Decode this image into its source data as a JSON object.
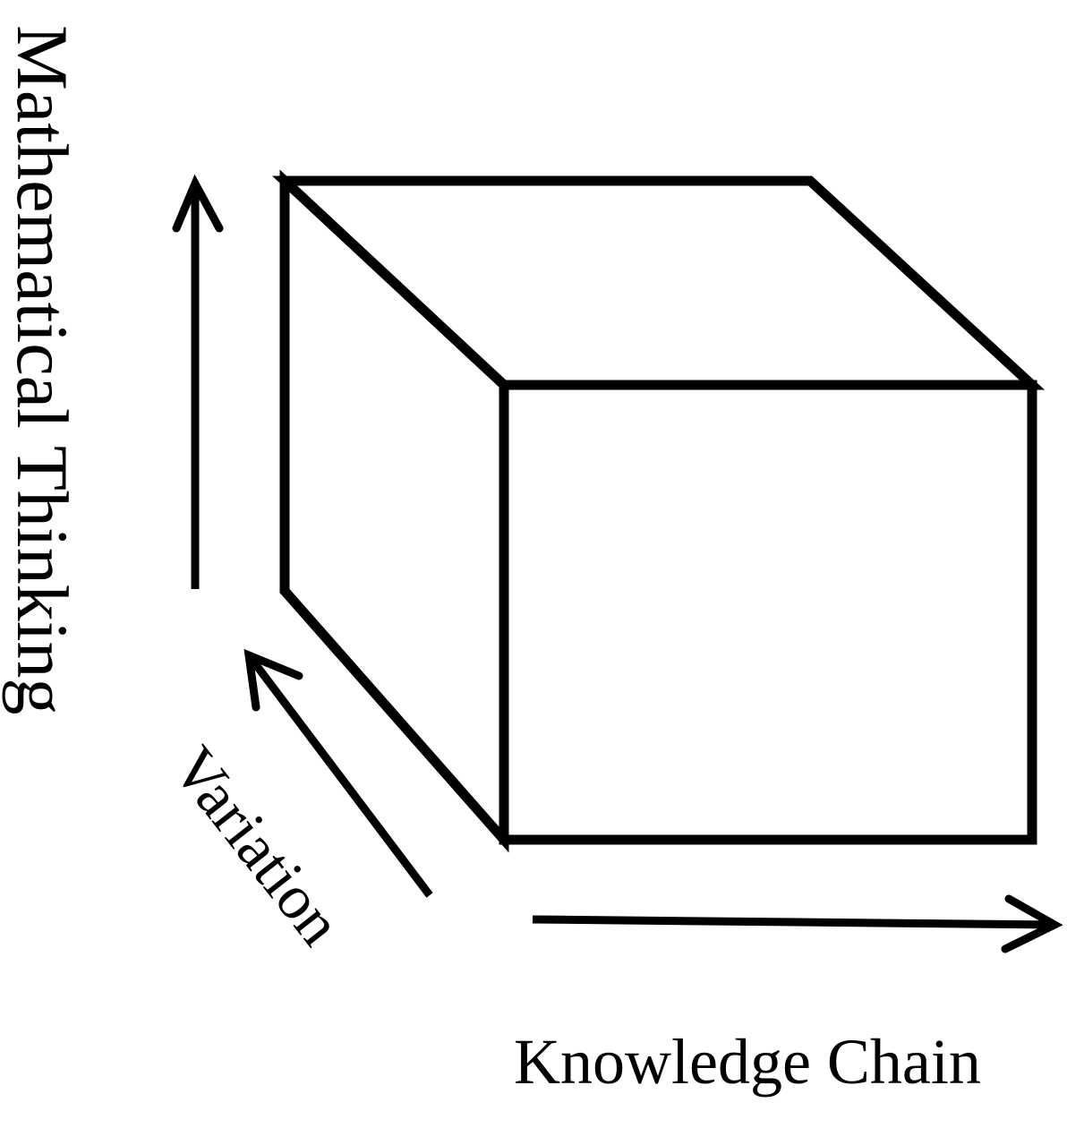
{
  "labels": {
    "mathematical_thinking": "Mathematical Thinking",
    "variation": "Variation",
    "knowledge_chain": "Knowledge Chain"
  },
  "colors": {
    "stroke": "#000000",
    "background": "#ffffff"
  }
}
